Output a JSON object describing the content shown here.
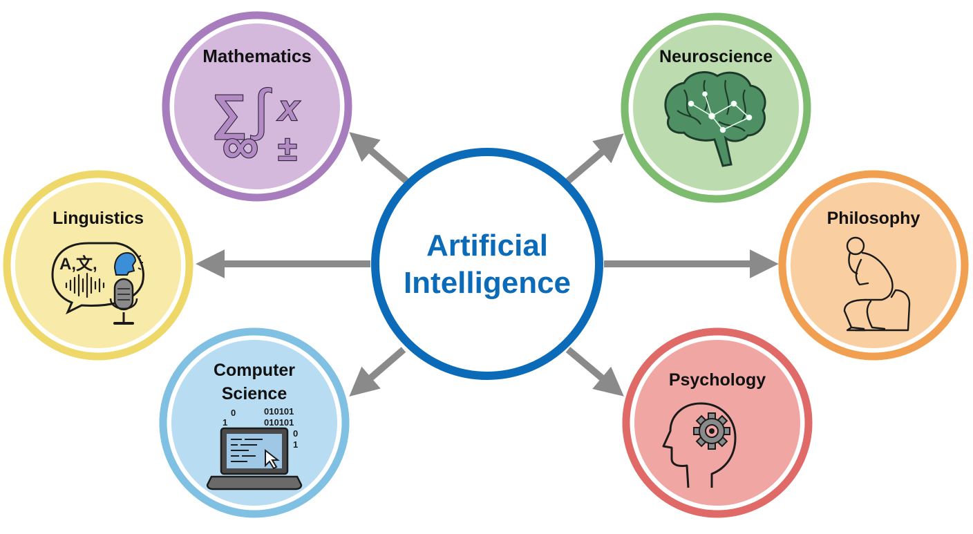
{
  "center": {
    "line1": "Artificial",
    "line2": "Intelligence",
    "color": "#0b6bb8"
  },
  "arrow_color": "#8a8a8a",
  "nodes": [
    {
      "id": "mathematics",
      "label_lines": [
        "Mathematics"
      ],
      "icon": "math-symbols-icon",
      "symbols": [
        "∑",
        "∫",
        "x",
        "∞",
        "±"
      ],
      "ring_color": "#a77dbd",
      "fill_color": "#d4b9dc"
    },
    {
      "id": "neuroscience",
      "label_lines": [
        "Neuroscience"
      ],
      "icon": "brain-icon",
      "ring_color": "#7dbb6e",
      "fill_color": "#bcdcb0"
    },
    {
      "id": "linguistics",
      "label_lines": [
        "Linguistics"
      ],
      "icon": "speech-microphone-icon",
      "glyphs": "A,文,",
      "ring_color": "#eed86a",
      "fill_color": "#f8eaa8"
    },
    {
      "id": "philosophy",
      "label_lines": [
        "Philosophy"
      ],
      "icon": "thinker-statue-icon",
      "ring_color": "#f0a050",
      "fill_color": "#f9cea0"
    },
    {
      "id": "computer-science",
      "label_lines": [
        "Computer",
        "Science"
      ],
      "icon": "laptop-code-icon",
      "binary": [
        "0",
        "1",
        "010101",
        "010101",
        "0",
        "1"
      ],
      "ring_color": "#7fc0e3",
      "fill_color": "#b8dcf1"
    },
    {
      "id": "psychology",
      "label_lines": [
        "Psychology"
      ],
      "icon": "head-gear-icon",
      "ring_color": "#e06a68",
      "fill_color": "#f0a7a4"
    }
  ]
}
